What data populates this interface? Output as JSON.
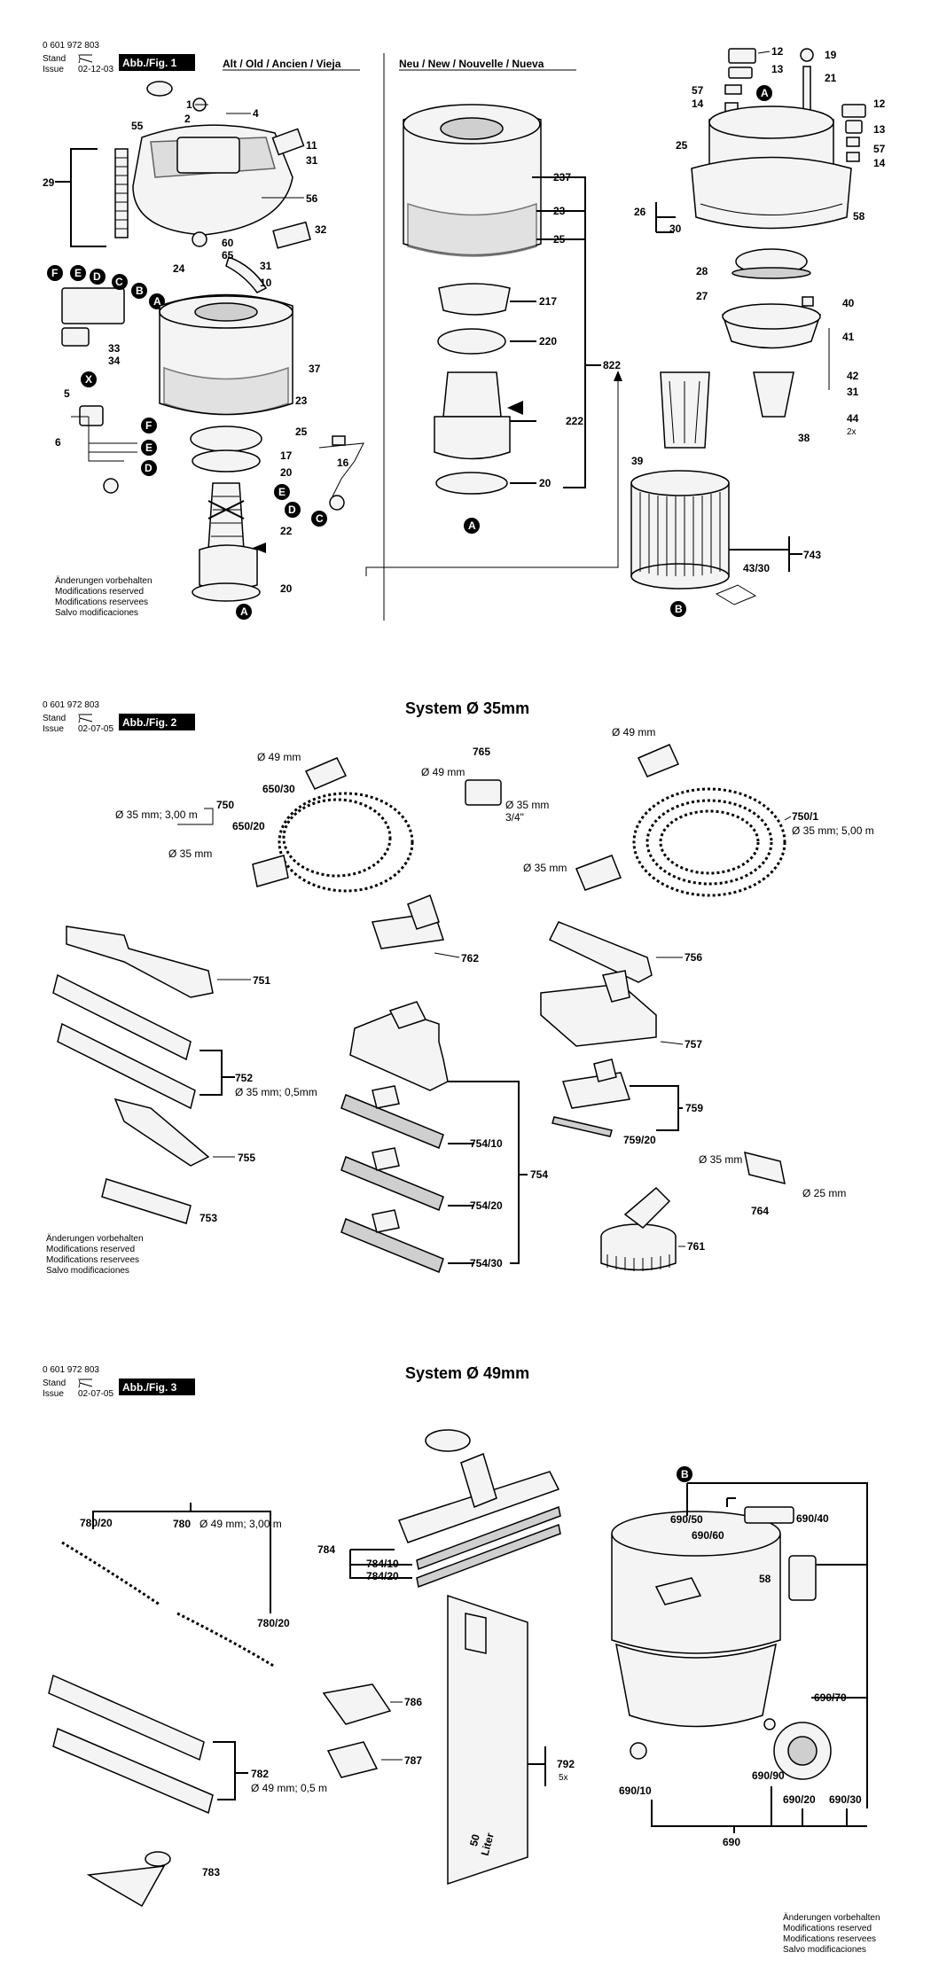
{
  "header": {
    "docnum": "0 601 972 803",
    "stand": "Stand",
    "issue": "Issue",
    "date1": "02-12-03",
    "date2": "02-07-05",
    "date3": "02-07-05",
    "fig1": "Abb./Fig. 1",
    "fig2": "Abb./Fig. 2",
    "fig3": "Abb./Fig. 3"
  },
  "fig1": {
    "old_heading": "Alt / Old / Ancien / Vieja",
    "new_heading": "Neu / New / Nouvelle / Nueva",
    "notes": [
      "Änderungen vorbehalten",
      "Modifications reserved",
      "Modifications reservees",
      "Salvo modificaciones"
    ]
  },
  "fig2": {
    "title": "System Ø 35mm",
    "notes": [
      "Änderungen vorbehalten",
      "Modifications reserved",
      "Modifications reservees",
      "Salvo modificaciones"
    ]
  },
  "fig3": {
    "title": "System Ø 49mm",
    "notes": [
      "Änderungen vorbehalten",
      "Modifications reserved",
      "Modifications reservees",
      "Salvo modificaciones"
    ]
  },
  "labels": {
    "l1": "1",
    "l2": "2",
    "l4": "4",
    "l55": "55",
    "l29": "29",
    "l11": "11",
    "l31": "31",
    "l56": "56",
    "l60": "60",
    "l65": "65",
    "l32": "32",
    "l24": "24",
    "l10": "10",
    "l33": "33",
    "l34": "34",
    "l37": "37",
    "l23": "23",
    "l25": "25",
    "l5": "5",
    "l6": "6",
    "l17": "17",
    "l20": "20",
    "l16": "16",
    "l22": "22",
    "l237": "237",
    "l217": "217",
    "l220": "220",
    "l222": "222",
    "l822": "822",
    "l12": "12",
    "l13": "13",
    "l19": "19",
    "l21": "21",
    "l57": "57",
    "l14": "14",
    "l26": "26",
    "l30": "30",
    "l58": "58",
    "l28": "28",
    "l27": "27",
    "l40": "40",
    "l41": "41",
    "l42": "42",
    "l44": "44",
    "x2": "2x",
    "l39": "39",
    "l38": "38",
    "l743": "743",
    "l4330": "43/30",
    "l750": "750",
    "l65030": "650/30",
    "l65020": "650/20",
    "d49": "Ø 49 mm",
    "d35": "Ø 35 mm",
    "d35_3m": "Ø 35 mm; 3,00 m",
    "l765": "765",
    "l34in": "3/4\"",
    "l7501": "750/1",
    "d35_5m": "Ø 35 mm; 5,00 m",
    "l762": "762",
    "l756": "756",
    "l751": "751",
    "l752": "752",
    "d35_05": "Ø 35 mm; 0,5mm",
    "l755": "755",
    "l753": "753",
    "l757": "757",
    "l759": "759",
    "l75920": "759/20",
    "l75410": "754/10",
    "l75420": "754/20",
    "l75430": "754/30",
    "l754": "754",
    "l764": "764",
    "d25": "Ø 25 mm",
    "l761": "761",
    "l78020": "780/20",
    "l780": "780",
    "d49_3m": "Ø 49 mm; 3,00 m",
    "l784": "784",
    "l78410": "784/10",
    "l78420": "784/20",
    "l786": "786",
    "l787": "787",
    "l782": "782",
    "d49_05": "Ø 49 mm; 0,5 m",
    "l783": "783",
    "l792": "792",
    "x5": "5x",
    "bag50": "50",
    "bagL": "Liter",
    "l69050": "690/50",
    "l69060": "690/60",
    "l69040": "690/40",
    "l69070": "690/70",
    "l69010": "690/10",
    "l69090": "690/90",
    "l69020": "690/20",
    "l69030": "690/30",
    "l690": "690"
  },
  "markers": {
    "A": "A",
    "B": "B",
    "C": "C",
    "D": "D",
    "E": "E",
    "F": "F",
    "X": "X"
  }
}
